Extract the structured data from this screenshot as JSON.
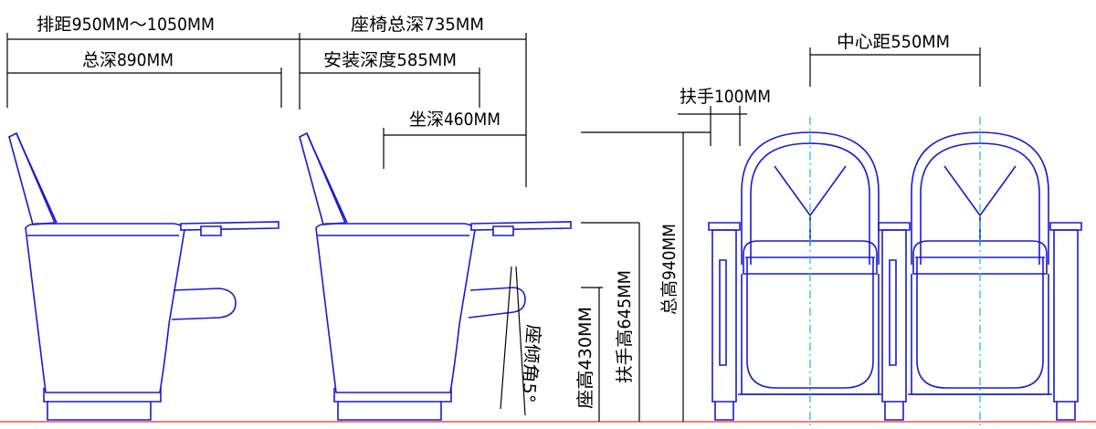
{
  "labels": {
    "row_spacing": "排距950MM～1050MM",
    "total_depth": "总深890MM",
    "chair_total_depth": "座椅总深735MM",
    "install_depth": "安装深度585MM",
    "seat_depth": "坐深460MM",
    "seat_angle": "座倾角5°",
    "seat_height": "座高430MM",
    "armrest_height": "扶手高645MM",
    "total_height": "总高940MM",
    "center_distance": "中心距550MM",
    "armrest_width": "扶手100MM"
  },
  "colors": {
    "outline": "#1a1ad0",
    "dimension": "#000000",
    "centerline": "#19c6d8",
    "ground": "#e03030"
  }
}
